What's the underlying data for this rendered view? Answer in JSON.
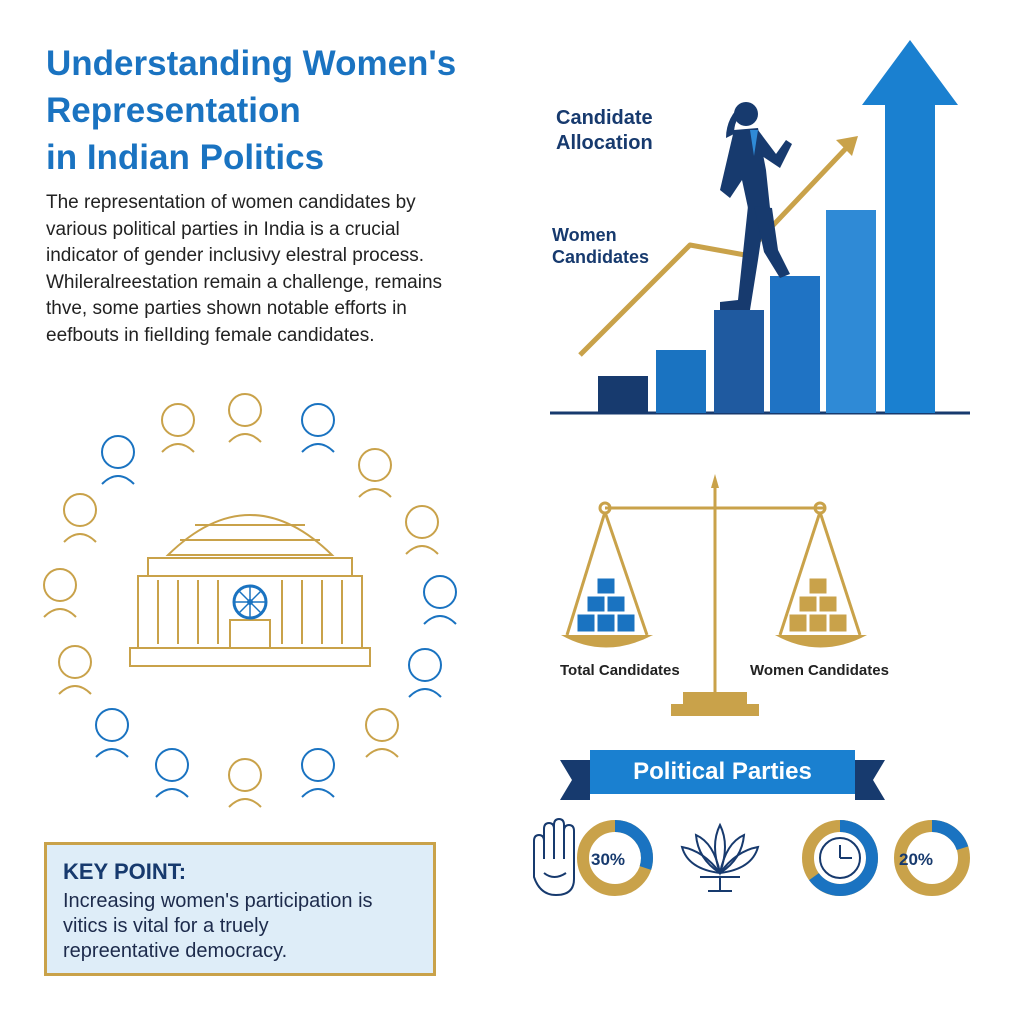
{
  "header": {
    "title": "Understanding Women's\nRepresentation\nin Indian Politics"
  },
  "intro": {
    "lines": [
      "The representation of women candidates by",
      "various political parties in India is a crucial",
      "indicator of gender inclusivy elestral process.",
      "Whileralreestation remain a challenge, remains",
      "thve, some parties shown notable efforts in",
      "eefbouts in fielIding female candidates."
    ]
  },
  "growth_chart": {
    "label_allocation": "Candidate\nAllocation",
    "label_women": "Women\nCandidates",
    "bar_colors": [
      "#173a6e",
      "#1a73c1",
      "#1f5aa0",
      "#1f73c4",
      "#2f8ad6",
      "#1a80d0"
    ],
    "trend_color": "#c9a24a"
  },
  "balance_scale": {
    "left_label": "Total Candidates",
    "right_label": "Women Candidates",
    "left_box_color": "#1a73c1",
    "right_box_color": "#c9a24a"
  },
  "parties": {
    "banner": "Political Parties",
    "items": [
      {
        "icon": "hand-symbol-icon",
        "percent": "30%",
        "ring_value": 0.3
      },
      {
        "icon": "lotus-symbol-icon"
      },
      {
        "icon": "clock-symbol-icon",
        "ring_value": 0.65
      },
      {
        "percent": "20%",
        "ring_value": 0.2
      }
    ]
  },
  "key_point": {
    "heading": "KEY POINT:",
    "lines": [
      "Increasing women's participation is",
      "vitics is vital for a truely",
      "repreentative democracy."
    ]
  },
  "colors": {
    "primary_blue": "#1a73c1",
    "navy": "#173a6e",
    "gold": "#c9a24a",
    "light_blue_bg": "#deedf8"
  }
}
